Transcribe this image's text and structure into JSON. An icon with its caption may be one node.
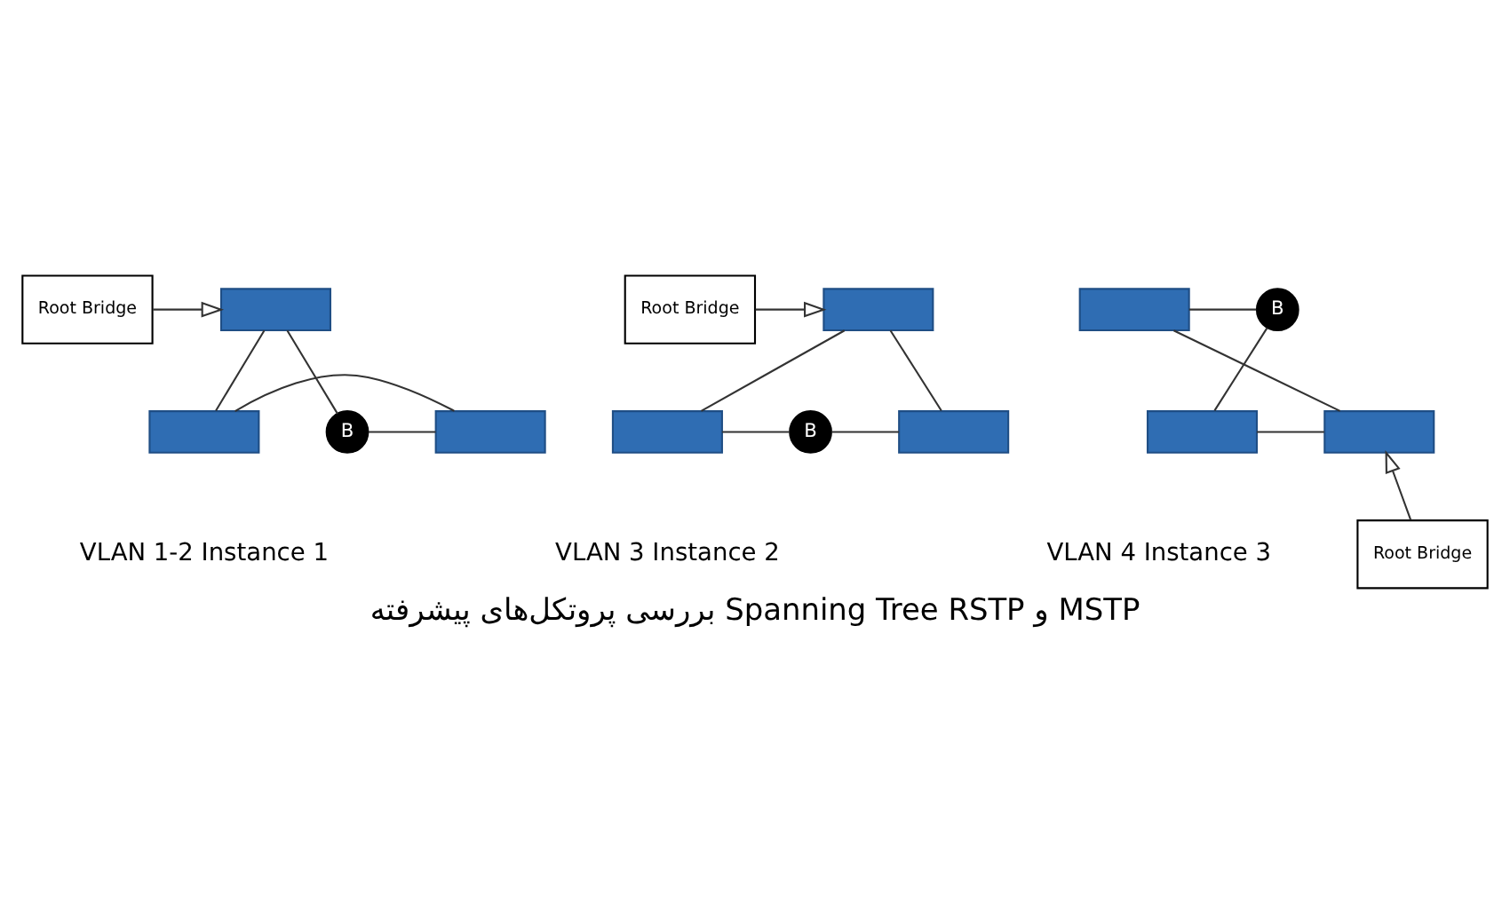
{
  "diagram": {
    "title": "بررسی پروتکل‌های پیشرفته Spanning Tree RSTP و MSTP",
    "nodes": [
      {
        "text": [],
        "shape": "box"
      },
      {
        "text": [],
        "shape": "box"
      },
      {
        "text": [],
        "shape": "box"
      },
      {
        "text": [
          "Root Bridge"
        ]
      },
      {
        "text": [
          "B"
        ]
      },
      {
        "text": [],
        "shape": "box"
      },
      {
        "text": [],
        "shape": "box"
      },
      {
        "text": [],
        "shape": "box"
      },
      {
        "text": [
          "Root Bridge"
        ]
      },
      {
        "text": [
          "B"
        ]
      },
      {
        "text": [],
        "shape": "box"
      },
      {
        "text": [],
        "shape": "box"
      },
      {
        "text": [],
        "shape": "box"
      },
      {
        "text": [
          "B"
        ]
      },
      {
        "text": [
          "Root Bridge"
        ]
      }
    ],
    "edges": [
      {
        "from": 3,
        "to": 0,
        "arrow": "to"
      },
      {
        "from": 0,
        "to": 1,
        "arrow": "none"
      },
      {
        "from": 0,
        "to": 4,
        "arrow": "none"
      },
      {
        "from": 4,
        "to": 2,
        "arrow": "none"
      },
      {
        "from": 1,
        "to": 2,
        "arrow": "none"
      },
      {
        "from": 8,
        "to": 5,
        "arrow": "to"
      },
      {
        "from": 5,
        "to": 6,
        "arrow": "none"
      },
      {
        "from": 5,
        "to": 7,
        "arrow": "none"
      },
      {
        "from": 6,
        "to": 9,
        "arrow": "none"
      },
      {
        "from": 9,
        "to": 7,
        "arrow": "none"
      },
      {
        "from": 14,
        "to": 12,
        "arrow": "to"
      },
      {
        "from": 10,
        "to": 13,
        "arrow": "none"
      },
      {
        "from": 13,
        "to": 11,
        "arrow": "none"
      },
      {
        "from": 10,
        "to": 12,
        "arrow": "none"
      },
      {
        "from": 11,
        "to": 12,
        "arrow": "none"
      }
    ],
    "labels": [
      "VLAN 1-2 Instance 1",
      "VLAN 3 Instance 2",
      "VLAN 4 Instance 3"
    ]
  }
}
